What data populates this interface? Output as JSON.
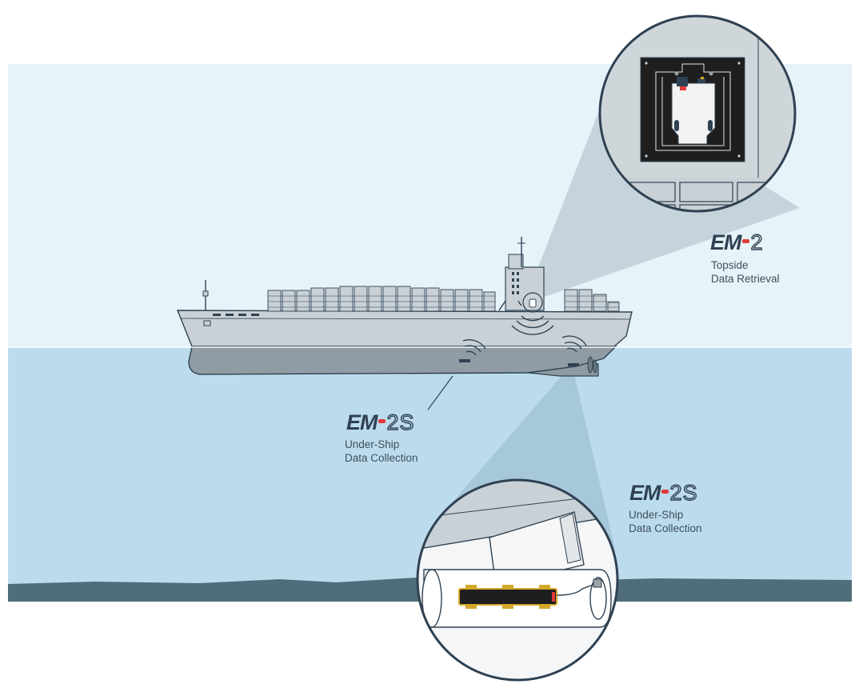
{
  "colors": {
    "sky": "#e6f3f9",
    "sea": "#bcdcee",
    "seabed": "#4f6d7a",
    "hull": "#a7b2b8",
    "hull_top": "#c9d1d6",
    "outline": "#2f4152",
    "accent_red": "#e23a3a",
    "cable_yellow": "#d4a728"
  },
  "callouts": [
    {
      "brand": "EM",
      "model": "2",
      "line1": "Topside",
      "line2": "Data Retrieval"
    },
    {
      "brand": "EM",
      "model": "2S",
      "line1": "Under-Ship",
      "line2": "Data Collection"
    },
    {
      "brand": "EM",
      "model": "2S",
      "line1": "Under-Ship",
      "line2": "Data Collection"
    }
  ]
}
